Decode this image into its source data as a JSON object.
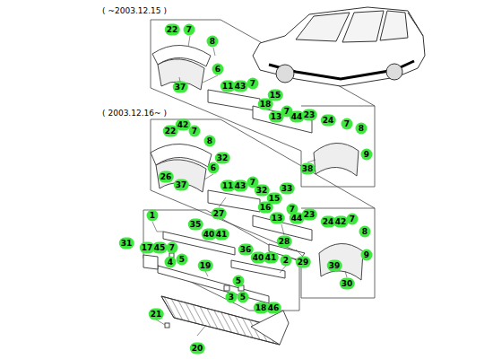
{
  "diagram": {
    "labels": [
      "( ~2003.12.15 )",
      "22",
      "7",
      "8",
      "6",
      "37",
      "11",
      "43",
      "7",
      "15",
      "18",
      "13",
      "7",
      "44",
      "23",
      "( 2003.12.16~ )",
      "24",
      "7",
      "8",
      "9",
      "38",
      "42",
      "22",
      "7",
      "8",
      "32",
      "6",
      "26",
      "37",
      "11",
      "43",
      "7",
      "32",
      "33",
      "15",
      "16",
      "7",
      "13",
      "44",
      "23",
      "27",
      "24",
      "42",
      "7",
      "8",
      "9",
      "28",
      "29",
      "39",
      "30",
      "1",
      "35",
      "40",
      "41",
      "31",
      "17",
      "45",
      "7",
      "4",
      "5",
      "36",
      "40",
      "41",
      "2",
      "19",
      "5",
      "3",
      "5",
      "18",
      "46",
      "21",
      "20"
    ]
  }
}
